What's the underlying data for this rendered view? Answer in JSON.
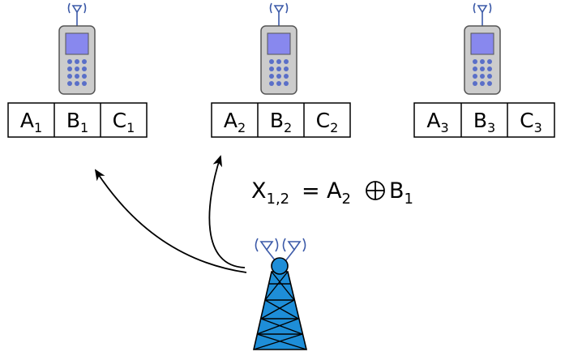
{
  "phones": [
    {
      "cache": [
        {
          "letter": "A",
          "index": "1"
        },
        {
          "letter": "B",
          "index": "1"
        },
        {
          "letter": "C",
          "index": "1"
        }
      ]
    },
    {
      "cache": [
        {
          "letter": "A",
          "index": "2"
        },
        {
          "letter": "B",
          "index": "2"
        },
        {
          "letter": "C",
          "index": "2"
        }
      ]
    },
    {
      "cache": [
        {
          "letter": "A",
          "index": "3"
        },
        {
          "letter": "B",
          "index": "3"
        },
        {
          "letter": "C",
          "index": "3"
        }
      ]
    }
  ],
  "equation": {
    "lhs_letter": "X",
    "lhs_sub": "1,2",
    "equals": "=",
    "term1_letter": "A",
    "term1_sub": "2",
    "term2_letter": "B",
    "term2_sub": "1"
  },
  "colors": {
    "phone_body": "#cccccc",
    "phone_outline": "#555555",
    "phone_screen": "#8888ee",
    "phone_keys": "#5a6fc8",
    "antenna": "#3c5aa8",
    "tower": "#1e8ed8"
  }
}
